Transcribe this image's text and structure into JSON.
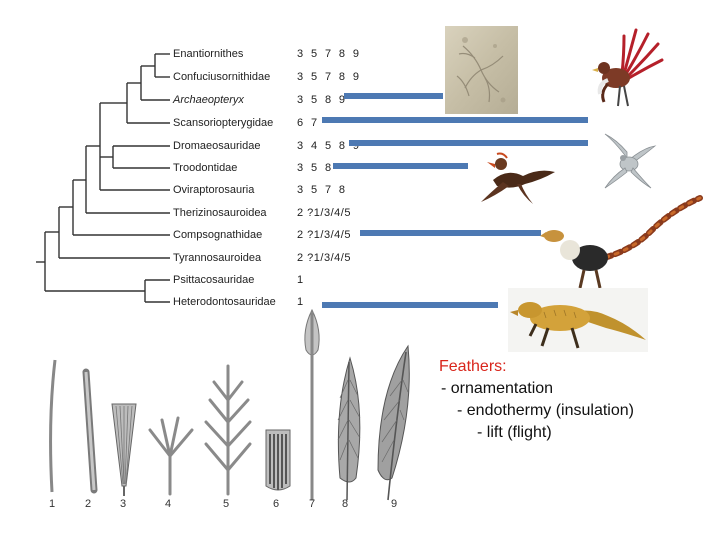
{
  "cladogram": {
    "taxa": [
      {
        "name": "Enantiornithes",
        "code": "3 5 7 8 9",
        "italic": false
      },
      {
        "name": "Confuciusornithidae",
        "code": "3 5 7 8 9",
        "italic": false
      },
      {
        "name": "Archaeopteryx",
        "code": "3 5 8 9",
        "italic": true
      },
      {
        "name": "Scansoriopterygidae",
        "code": "6 7",
        "italic": false
      },
      {
        "name": "Dromaeosauridae",
        "code": "3 4 5 8 9",
        "italic": false
      },
      {
        "name": "Troodontidae",
        "code": "3 5 8",
        "italic": false
      },
      {
        "name": "Oviraptorosauria",
        "code": "3 5 7 8",
        "italic": false
      },
      {
        "name": "Therizinosauroidea",
        "code": "2 ?1/3/4/5",
        "italic": false
      },
      {
        "name": "Compsognathidae",
        "code": "2 ?1/3/4/5",
        "italic": false
      },
      {
        "name": "Tyrannosauroidea",
        "code": "2 ?1/3/4/5",
        "italic": false
      },
      {
        "name": "Psittacosauridae",
        "code": "1",
        "italic": false
      },
      {
        "name": "Heterodontosauridae",
        "code": "1",
        "italic": false
      }
    ]
  },
  "feathers": {
    "numbers": [
      "1",
      "2",
      "3",
      "4",
      "5",
      "6",
      "7",
      "8",
      "9"
    ]
  },
  "caption": {
    "title": "Feathers:",
    "line1": "- ornamentation",
    "line2": "- endothermy (insulation)",
    "line3": "- lift (flight)"
  },
  "colors": {
    "bar": "#4d79b3",
    "caption_title": "#d9261c",
    "tree": "#333333"
  },
  "images": [
    {
      "name": "archaeopteryx-fossil-photo"
    },
    {
      "name": "red-plumed-dinosaur-illustration"
    },
    {
      "name": "scansoriopterygid-illustration"
    },
    {
      "name": "microraptor-illustration"
    },
    {
      "name": "sinosauropteryx-illustration"
    },
    {
      "name": "heterodontosaur-illustration"
    }
  ]
}
